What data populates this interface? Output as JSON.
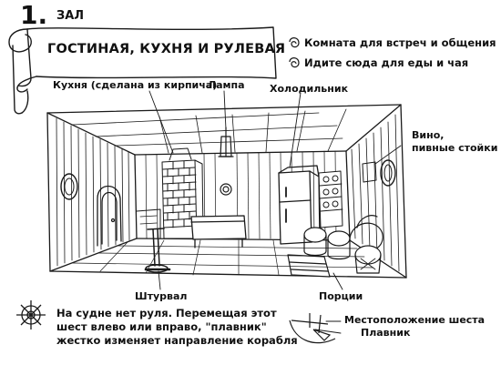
{
  "section": {
    "number": "1.",
    "name": "ЗАЛ"
  },
  "title": "ГОСТИНАЯ, КУХНЯ И РУЛЕВАЯ",
  "notes": [
    "Комната для встреч и общения",
    "Идите сюда для еды и чая"
  ],
  "labels": {
    "kitchen": "Кухня (сделана из кирпича)",
    "lamp": "Лампа",
    "fridge": "Холодильник",
    "wine_line1": "Вино,",
    "wine_line2": "пивные стойки",
    "helm": "Штурвал",
    "portions": "Порции",
    "pole_location": "Местоположение шеста",
    "fin": "Плавник"
  },
  "description": [
    "На судне нет руля. Перемещая этот",
    "шест влево или вправо, \"плавник\"",
    "жестко изменяет направление корабля"
  ],
  "icons": {
    "bullet": "spiral-bullet-icon",
    "helm": "ship-wheel-icon",
    "boat": "boat-diagram-icon"
  }
}
